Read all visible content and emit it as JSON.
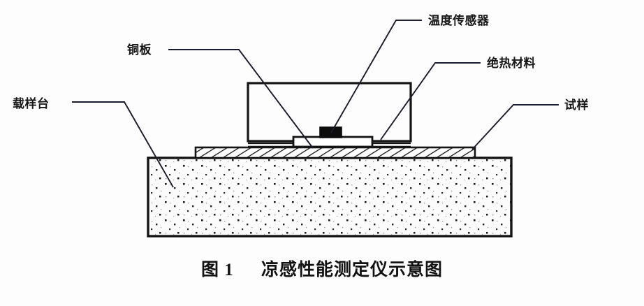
{
  "figure": {
    "caption_label": "图",
    "caption_number": "1",
    "caption_title": "凉感性能测定仪示意图",
    "caption_full": "图 1  凉感性能测定仪示意图"
  },
  "colors": {
    "stroke": "#141414",
    "sensor_fill": "#0d0d0d",
    "base_fill": "#fbfbfb",
    "specimen_fill": "#ffffff",
    "page_background": "#fdfdfd"
  },
  "labels": [
    {
      "id": "stage",
      "text": "载样台",
      "target": "sample-stage-base"
    },
    {
      "id": "copper-plate",
      "text": "铜板",
      "target": "copper-plate"
    },
    {
      "id": "temperature-sensor",
      "text": "温度传感器",
      "target": "temperature-sensor-block"
    },
    {
      "id": "insulation",
      "text": "绝热材料",
      "target": "insulation-enclosure"
    },
    {
      "id": "specimen",
      "text": "试样",
      "target": "specimen-layer"
    }
  ],
  "parts": [
    {
      "id": "sample-stage-base",
      "name": "载样台",
      "fill": "stippled"
    },
    {
      "id": "specimen-layer",
      "name": "试样",
      "fill": "hatched"
    },
    {
      "id": "insulation-enclosure",
      "name": "绝热材料",
      "fill": "none"
    },
    {
      "id": "copper-plate",
      "name": "铜板",
      "fill": "none"
    },
    {
      "id": "temperature-sensor-block",
      "name": "温度传感器",
      "fill": "solid-black"
    }
  ]
}
